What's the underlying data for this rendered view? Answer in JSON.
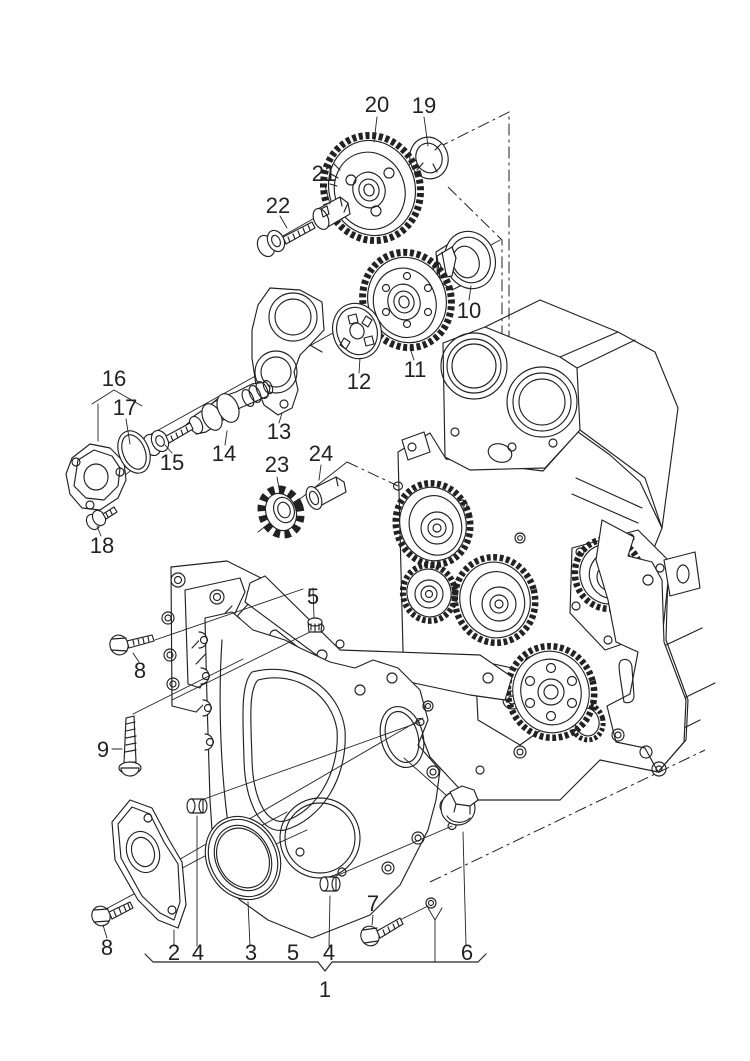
{
  "colors": {
    "background": "#ffffff",
    "line": "#222222"
  },
  "callouts": [
    {
      "text": "20"
    },
    {
      "text": "19"
    },
    {
      "text": "21"
    },
    {
      "text": "22"
    },
    {
      "text": "10"
    },
    {
      "text": "11"
    },
    {
      "text": "12"
    },
    {
      "text": "13"
    },
    {
      "text": "14"
    },
    {
      "text": "15"
    },
    {
      "text": "16"
    },
    {
      "text": "17"
    },
    {
      "text": "18"
    },
    {
      "text": "23"
    },
    {
      "text": "24"
    },
    {
      "text": "5"
    },
    {
      "text": "8"
    },
    {
      "text": "9"
    },
    {
      "text": "8"
    },
    {
      "text": "2"
    },
    {
      "text": "4"
    },
    {
      "text": "3"
    },
    {
      "text": "5"
    },
    {
      "text": "4"
    },
    {
      "text": "7"
    },
    {
      "text": "6"
    },
    {
      "text": "1"
    }
  ]
}
